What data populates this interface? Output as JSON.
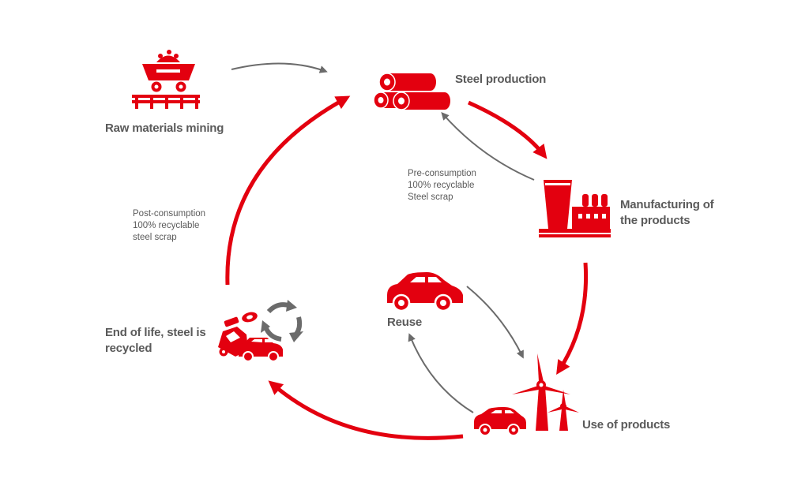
{
  "colors": {
    "accent": "#e3000f",
    "gray": "#6b6b6b",
    "text": "#5a5a5a"
  },
  "nodes": {
    "raw_materials": {
      "label": "Raw materials mining",
      "icon": "mining-cart-icon"
    },
    "steel_production": {
      "label": "Steel production",
      "icon": "steel-pipes-icon"
    },
    "manufacturing": {
      "line1": "Manufacturing of",
      "line2": "the products",
      "icon": "factory-icon"
    },
    "use_of_products": {
      "label": "Use of products",
      "icon": "wind-turbine-and-car-icon"
    },
    "reuse": {
      "label": "Reuse",
      "icon": "car-icon"
    },
    "end_of_life": {
      "line1": "End of life, steel is",
      "line2": "recycled",
      "icon": "scrap-recycling-icon"
    }
  },
  "notes": {
    "pre_consumption": [
      "Pre-consumption",
      "100% recyclable",
      "Steel scrap"
    ],
    "post_consumption": [
      "Post-consumption",
      "100% recyclable",
      "steel scrap"
    ]
  }
}
